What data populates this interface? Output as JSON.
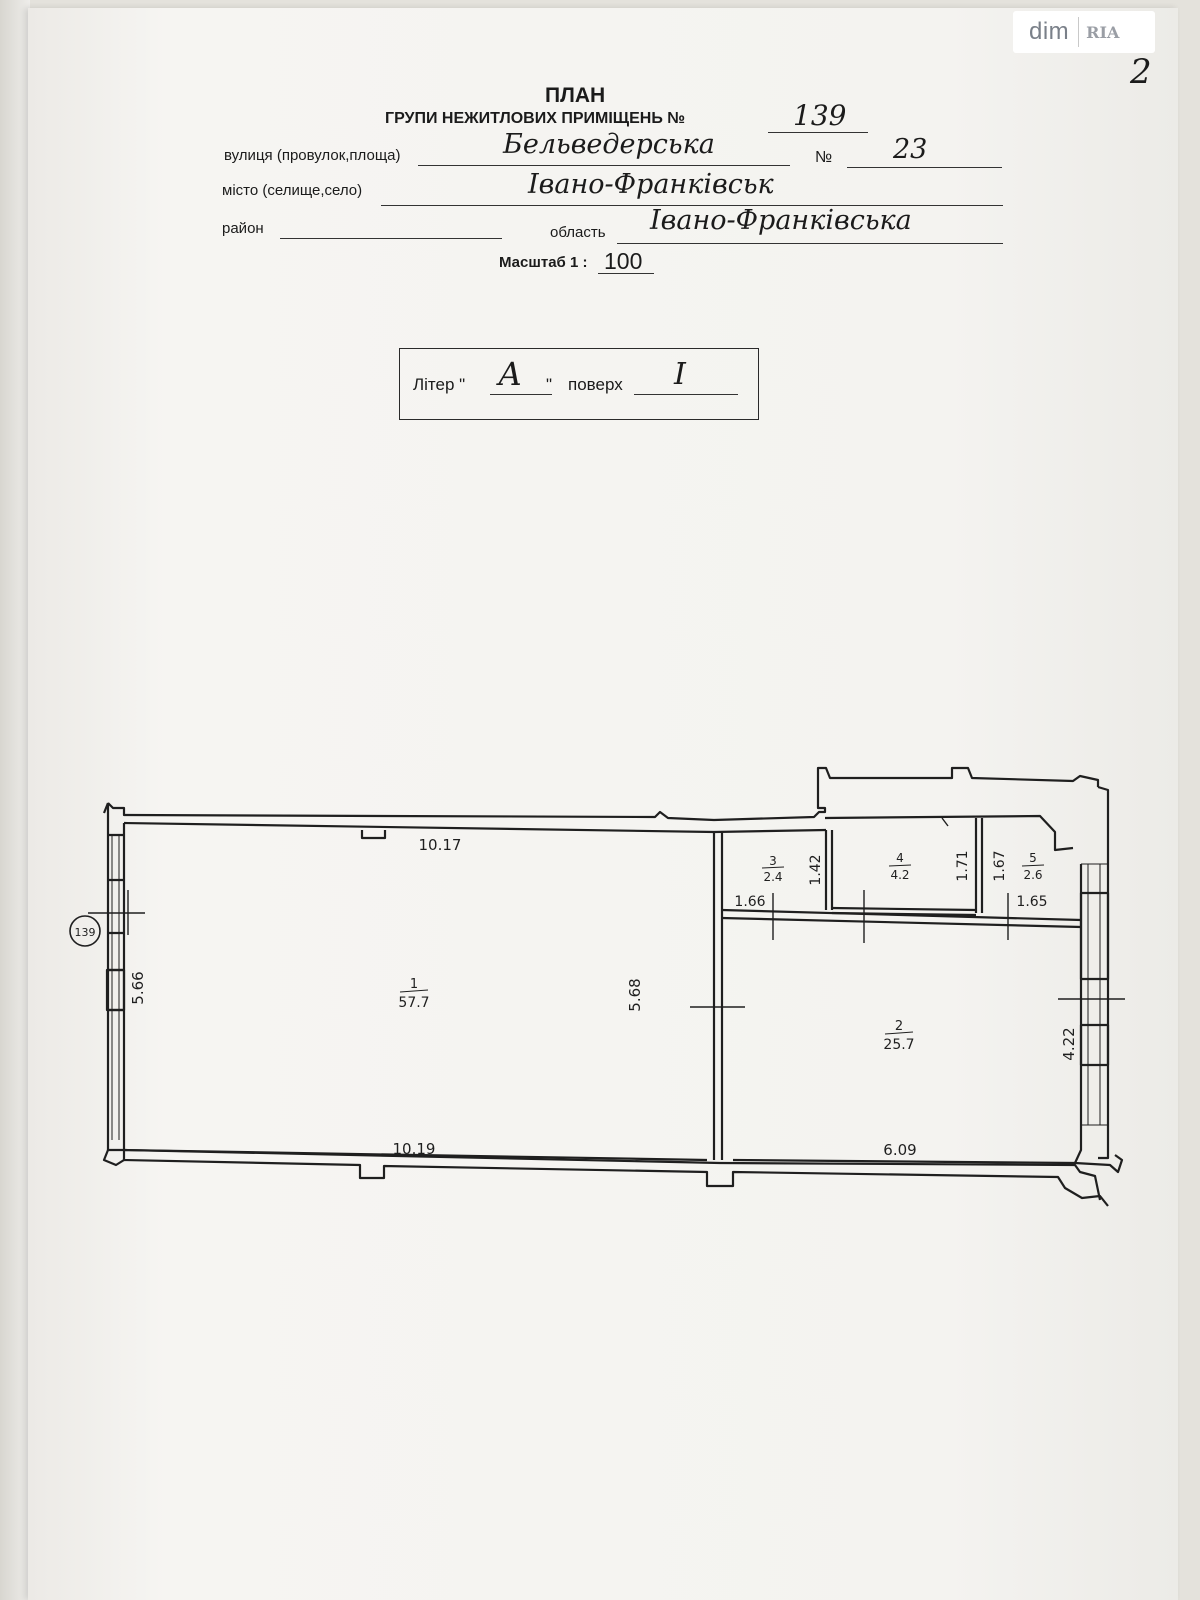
{
  "watermark": {
    "brand_dim": "dim",
    "brand_ria": "RIA"
  },
  "page_number": "2",
  "header": {
    "title": "ПЛАН",
    "subtitle": "ГРУПИ НЕЖИТЛОВИХ ПРИМІЩЕНЬ №",
    "group_number": "139",
    "street_label": "вулиця (провулок,площа)",
    "street_value": "Бельведерська",
    "number_label": "№",
    "number_value": "23",
    "city_label": "місто (селище,село)",
    "city_value": "Івано-Франківськ",
    "district_label": "район",
    "district_value": "",
    "region_label": "область",
    "region_value": "Івано-Франківська",
    "scale_label": "Масштаб 1 :",
    "scale_value": "100"
  },
  "liter_box": {
    "liter_label": "Літер \"",
    "liter_close": "\"",
    "liter_value": "А",
    "floor_label": "поверх",
    "floor_value": "I"
  },
  "plan": {
    "group_marker": "139",
    "rooms": [
      {
        "number": "1",
        "area": "57.7"
      },
      {
        "number": "2",
        "area": "25.7"
      },
      {
        "number": "3",
        "area": "2.4"
      },
      {
        "number": "4",
        "area": "4.2"
      },
      {
        "number": "5",
        "area": "2.6"
      }
    ],
    "dimensions": {
      "top_room1": "10.17",
      "bottom_room1": "10.19",
      "bottom_room2": "6.09",
      "left_height": "5.66",
      "partition_height": "5.68",
      "right_height": "4.22",
      "room3_width": "1.66",
      "room3_height": "1.42",
      "room4_height": "1.71",
      "room5_height": "1.67",
      "room5_width": "1.65"
    }
  }
}
